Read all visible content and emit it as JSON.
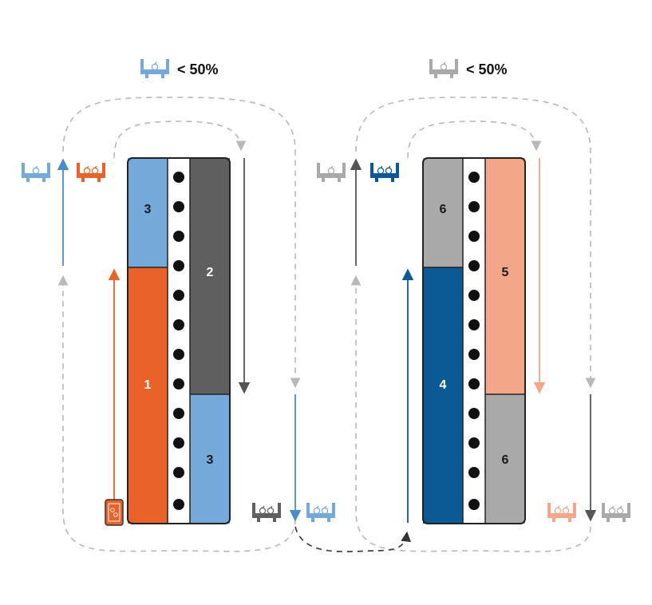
{
  "colors": {
    "orange": "#E8622A",
    "light_blue": "#74A9DA",
    "dark_gray": "#5E5F5E",
    "dark_blue": "#0B5A96",
    "salmon": "#F3A688",
    "light_gray": "#A9A9A9",
    "dashed": "#B8B8B8",
    "outline": "#222222",
    "dot": "#111111"
  },
  "left": {
    "threshold_label": "< 50%",
    "zones": {
      "top_left": "3",
      "main_left": "1",
      "main_right": "2",
      "bottom_right": "3"
    }
  },
  "right": {
    "threshold_label": "< 50%",
    "zones": {
      "top_left": "6",
      "main_left": "4",
      "main_right": "5",
      "bottom_right": "6"
    }
  },
  "icons": {
    "bin": "bin-icon",
    "full_bin": "full-bin-icon",
    "vehicle": "vehicle-icon"
  }
}
